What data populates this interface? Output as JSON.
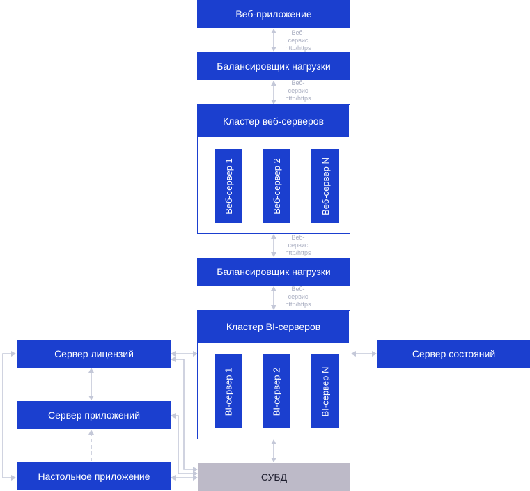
{
  "nodes": {
    "web_app": "Веб-приложение",
    "balancer_top": "Балансировщик нагрузки",
    "web_cluster": "Кластер веб-серверов",
    "web_servers": [
      "Веб-сервер 1",
      "Веб-сервер 2",
      "Веб-сервер N"
    ],
    "balancer_mid": "Балансировщик нагрузки",
    "bi_cluster": "Кластер BI-серверов",
    "bi_servers": [
      "BI-сервер 1",
      "BI-сервер 2",
      "BI-сервер N"
    ],
    "license_server": "Сервер лицензий",
    "app_server": "Сервер приложений",
    "desktop_app": "Настольное приложение",
    "state_server": "Сервер состояний",
    "dbms": "СУБД"
  },
  "link_labels": {
    "l1": "Веб-\nсервис\nhttp/https",
    "l2": "Веб-\nсервис\nhttp/https",
    "l3": "Веб-\nсервис\nhttp/https",
    "l4": "Веб-\nсервис\nhttp/https"
  },
  "colors": {
    "node": "#1b3fcf",
    "dbms": "#bdbac8",
    "connector": "#c4c8d8"
  }
}
